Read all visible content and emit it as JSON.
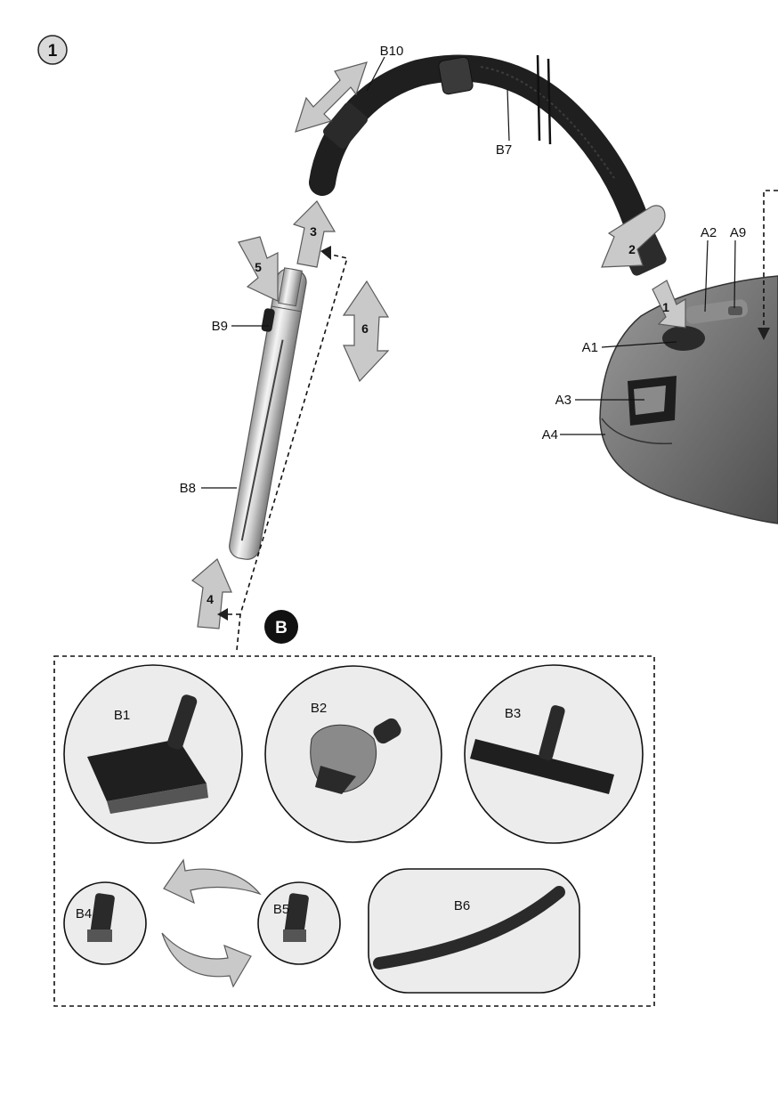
{
  "figure_number": "1",
  "section_badge": "B",
  "step_numbers": [
    "1",
    "2",
    "3",
    "4",
    "5",
    "6"
  ],
  "parts": {
    "A1": "A1",
    "A2": "A2",
    "A3": "A3",
    "A4": "A4",
    "A9": "A9",
    "B1": "B1",
    "B2": "B2",
    "B3": "B3",
    "B4": "B4",
    "B5": "B5",
    "B6": "B6",
    "B7": "B7",
    "B8": "B8",
    "B9": "B9",
    "B10": "B10"
  },
  "colors": {
    "arrow_fill": "#c9c9c9",
    "hose": "#1f1f1f",
    "vacuum_body": "#6f6f6f",
    "accessory_panel_bg": "#ececec"
  }
}
